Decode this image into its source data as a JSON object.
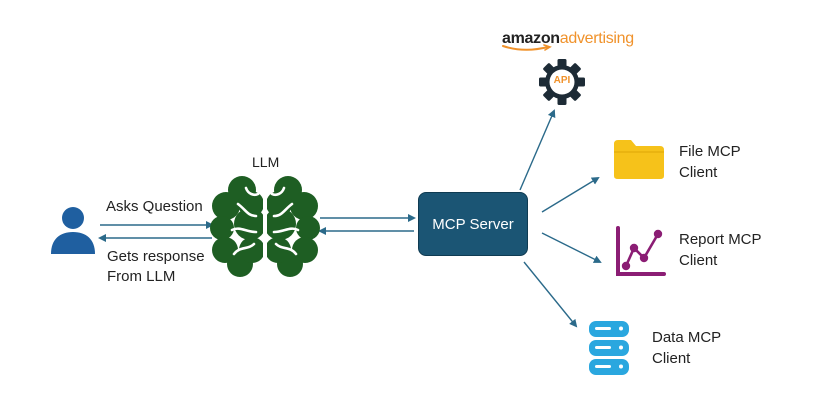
{
  "user": {
    "ask_label": "Asks Question",
    "response_label_line1": "Gets response",
    "response_label_line2": "From LLM"
  },
  "llm": {
    "label": "LLM"
  },
  "server": {
    "label": "MCP Server"
  },
  "amazon": {
    "brand_bold": "amazon",
    "brand_light": "advertising",
    "api_label": "API"
  },
  "clients": [
    {
      "line1": "File MCP",
      "line2": "Client"
    },
    {
      "line1": "Report MCP",
      "line2": "Client"
    },
    {
      "line1": "Data MCP",
      "line2": "Client"
    }
  ],
  "colors": {
    "arrow": "#2b6a8a",
    "user": "#1f5fa0",
    "brain": "#1e5e23",
    "server": "#1b5574",
    "folder": "#f6c21a",
    "chart": "#8b1d74",
    "database": "#2aa7df",
    "amazon_orange": "#f0922b"
  }
}
